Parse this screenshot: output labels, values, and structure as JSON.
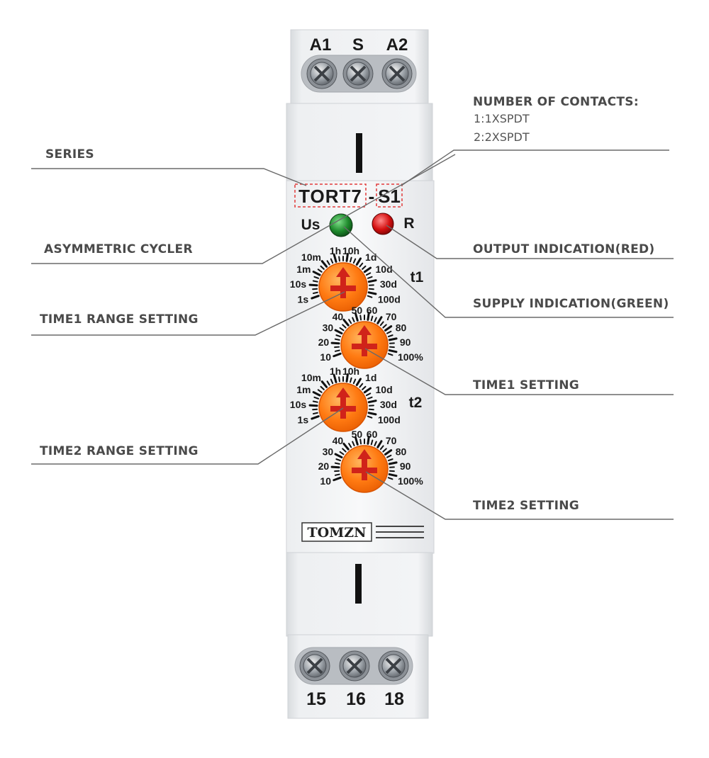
{
  "device": {
    "model_series": "TORT7",
    "model_dash": "-",
    "model_suffix": "S1",
    "brand": "TOMZN",
    "top_terminals": [
      "A1",
      "S",
      "A2"
    ],
    "bottom_terminals": [
      "15",
      "16",
      "18"
    ],
    "supply_led_label": "Us",
    "output_led_label": "R",
    "t1_label": "t1",
    "t2_label": "t2",
    "range_dial_labels": [
      "1s",
      "10s",
      "1m",
      "10m",
      "1h",
      "10h",
      "1d",
      "10d",
      "30d",
      "100d"
    ],
    "percent_dial_labels": [
      "10",
      "20",
      "30",
      "40",
      "50",
      "60",
      "70",
      "80",
      "90",
      "100%"
    ],
    "colors": {
      "knob": "#ff7a12",
      "led_green": "#1e8a2c",
      "led_red": "#d40f0f",
      "housing": "#e9ebee"
    }
  },
  "callouts": {
    "series": "SERIES",
    "contacts_title": "NUMBER OF CONTACTS:",
    "contacts_1": "1:1XSPDT",
    "contacts_2": "2:2XSPDT",
    "asymmetric": "ASYMMETRIC CYCLER",
    "output": "OUTPUT INDICATION(RED)",
    "supply": "SUPPLY INDICATION(GREEN)",
    "time1_range": "TIME1 RANGE SETTING",
    "time1_setting": "TIME1 SETTING",
    "time2_range": "TIME2 RANGE SETTING",
    "time2_setting": "TIME2 SETTING"
  }
}
